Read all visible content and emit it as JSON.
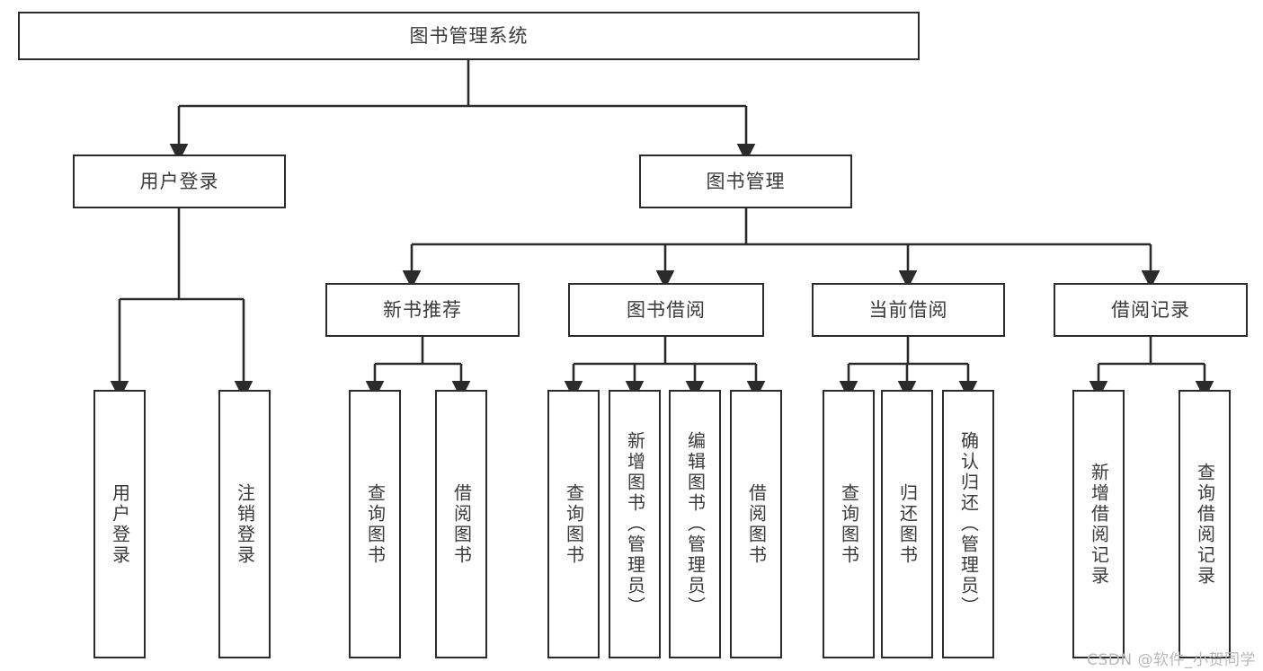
{
  "diagram": {
    "type": "tree-hierarchy",
    "title": "图书管理系统",
    "stroke_color": "#2b2b2b",
    "text_color": "#3a3a3a",
    "background": "#ffffff",
    "watermark": "CSDN @软件_小贺同学",
    "nodes": {
      "root": {
        "label": "图书管理系统",
        "orientation": "horizontal"
      },
      "level1": [
        {
          "id": "user-login",
          "label": "用户登录",
          "orientation": "horizontal"
        },
        {
          "id": "book-management",
          "label": "图书管理",
          "orientation": "horizontal"
        }
      ],
      "level2": [
        {
          "id": "new-book-recommend",
          "label": "新书推荐",
          "orientation": "horizontal"
        },
        {
          "id": "book-borrow",
          "label": "图书借阅",
          "orientation": "horizontal"
        },
        {
          "id": "current-borrow",
          "label": "当前借阅",
          "orientation": "horizontal"
        },
        {
          "id": "borrow-record",
          "label": "借阅记录",
          "orientation": "horizontal"
        }
      ],
      "leaves": [
        {
          "id": "leaf-user-login",
          "label": "用户登录",
          "parent": "user-login",
          "orientation": "vertical"
        },
        {
          "id": "leaf-logout-login",
          "label": "注销登录",
          "parent": "user-login",
          "orientation": "vertical"
        },
        {
          "id": "leaf-query-book-1",
          "label": "查询图书",
          "parent": "new-book-recommend",
          "orientation": "vertical"
        },
        {
          "id": "leaf-borrow-book-1",
          "label": "借阅图书",
          "parent": "new-book-recommend",
          "orientation": "vertical"
        },
        {
          "id": "leaf-query-book-2",
          "label": "查询图书",
          "parent": "book-borrow",
          "orientation": "vertical"
        },
        {
          "id": "leaf-add-book",
          "label": "新增图书（管理员）",
          "parent": "book-borrow",
          "orientation": "vertical"
        },
        {
          "id": "leaf-edit-book",
          "label": "编辑图书（管理员）",
          "parent": "book-borrow",
          "orientation": "vertical"
        },
        {
          "id": "leaf-borrow-book-2",
          "label": "借阅图书",
          "parent": "book-borrow",
          "orientation": "vertical"
        },
        {
          "id": "leaf-query-book-3",
          "label": "查询图书",
          "parent": "current-borrow",
          "orientation": "vertical"
        },
        {
          "id": "leaf-return-book",
          "label": "归还图书",
          "parent": "current-borrow",
          "orientation": "vertical"
        },
        {
          "id": "leaf-confirm-return",
          "label": "确认归还（管理员）",
          "parent": "current-borrow",
          "orientation": "vertical"
        },
        {
          "id": "leaf-add-borrow-record",
          "label": "新增借阅记录",
          "parent": "borrow-record",
          "orientation": "vertical"
        },
        {
          "id": "leaf-query-borrow-record",
          "label": "查询借阅记录",
          "parent": "borrow-record",
          "orientation": "vertical"
        }
      ]
    }
  }
}
